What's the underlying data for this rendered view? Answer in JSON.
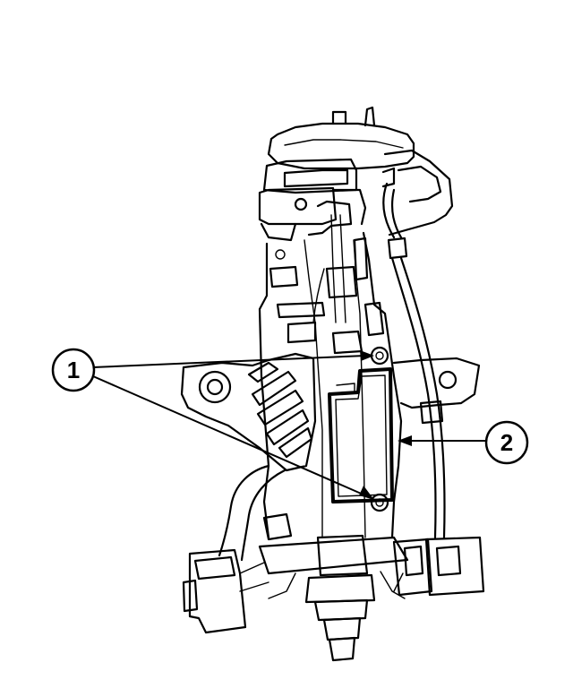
{
  "callouts": [
    {
      "label": "1",
      "refers_to": "mounting-bolts"
    },
    {
      "label": "2",
      "refers_to": "module"
    }
  ]
}
